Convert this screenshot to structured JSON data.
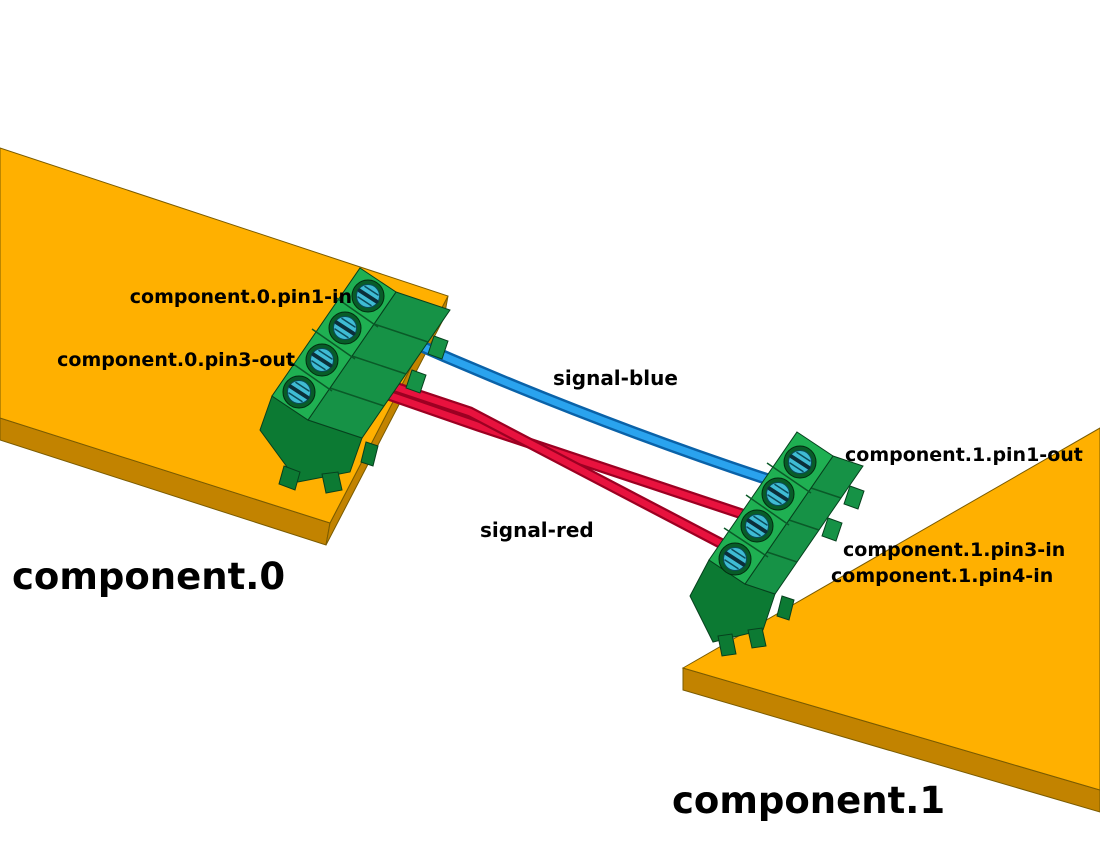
{
  "labels": {
    "c0_pin1": "component.0.pin1-in",
    "c0_pin3": "component.0.pin3-out",
    "c1_pin1": "component.1.pin1-out",
    "c1_pin3": "component.1.pin3-in",
    "c1_pin4": "component.1.pin4-in",
    "signal_blue": "signal-blue",
    "signal_red": "signal-red",
    "component0": "component.0",
    "component1": "component.1"
  },
  "colors": {
    "background": "#ffffff",
    "board_top": "#ffb000",
    "board_side": "#c28300",
    "connector_face": "#1fb052",
    "connector_top": "#169246",
    "connector_base": "#0c7a33",
    "screw_ring": "#085c28",
    "screw_head": "#3fbcd4",
    "screw_slot": "#0b2f3a",
    "wire_blue": "#2aa3ee",
    "wire_blue_dark": "#0a62a8",
    "wire_red": "#e8123e",
    "wire_red_dark": "#9c0022",
    "label_color": "#000000"
  }
}
